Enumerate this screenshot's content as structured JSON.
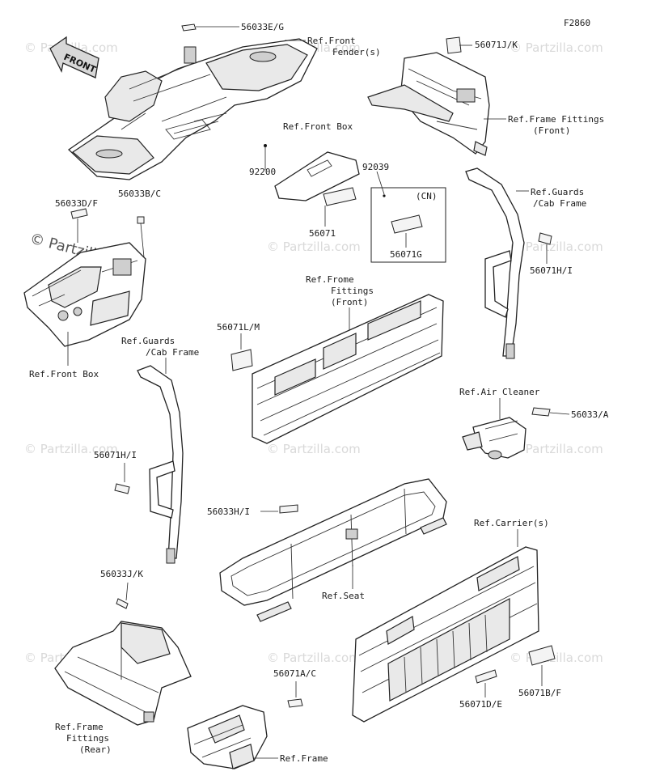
{
  "figure_code": "F2860",
  "front_arrow_label": "FRONT",
  "watermark": "© Partzilla.com",
  "callouts": {
    "c56033EG": "56033E/G",
    "c56071JK": "56071J/K",
    "c92200": "92200",
    "c92039": "92039",
    "c56071": "56071",
    "c56071G": "56071G",
    "cCN": "(CN)",
    "c56033DF": "56033D/F",
    "c56033BC": "56033B/C",
    "c56071HI_right": "56071H/I",
    "c56071LM": "56071L/M",
    "c56033A": "56033/A",
    "c56071HI_left": "56071H/I",
    "c56033HI": "56033H/I",
    "c56033JK": "56033J/K",
    "c56071AC": "56071A/C",
    "c56071DE": "56071D/E",
    "c56071BF": "56071B/F"
  },
  "refs": {
    "front_fender_1": "Ref.Front",
    "front_fender_2": "Fender(s)",
    "frame_fittings_front_1": "Ref.Frame Fittings",
    "frame_fittings_front_2": "(Front)",
    "front_box_top": "Ref.Front Box",
    "guards_right_1": "Ref.Guards",
    "guards_right_2": "/Cab Frame",
    "front_box_left": "Ref.Front Box",
    "frome_fittings_1": "Ref.Frome",
    "frome_fittings_2": "Fittings",
    "frome_fittings_3": "(Front)",
    "guards_left_1": "Ref.Guards",
    "guards_left_2": "/Cab Frame",
    "air_cleaner": "Ref.Air Cleaner",
    "carrier": "Ref.Carrier(s)",
    "seat": "Ref.Seat",
    "frame_fittings_rear_1": "Ref.Frame",
    "frame_fittings_rear_2": "Fittings",
    "frame_fittings_rear_3": "(Rear)",
    "frame": "Ref.Frame"
  }
}
